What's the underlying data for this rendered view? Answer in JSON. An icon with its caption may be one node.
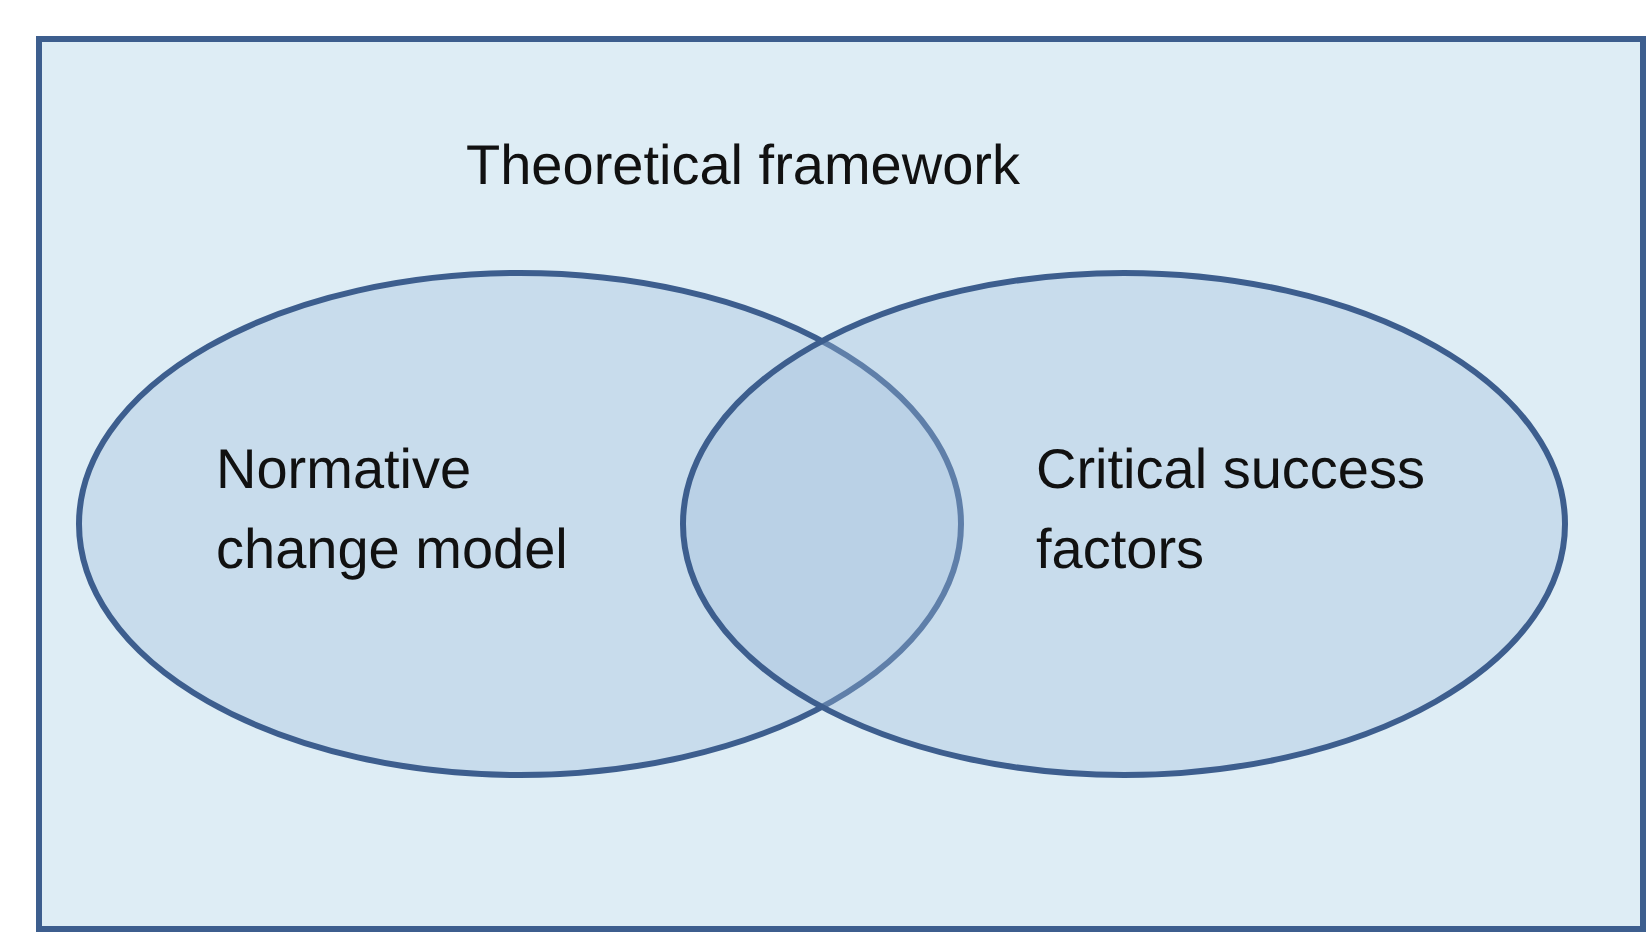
{
  "diagram": {
    "nodes": [
      {
        "text": [
          "Theoretical framework"
        ]
      },
      {
        "text": [
          "Normative change model"
        ],
        "in": 0
      },
      {
        "text": [
          "Critical success factors"
        ],
        "in": 0
      }
    ]
  }
}
